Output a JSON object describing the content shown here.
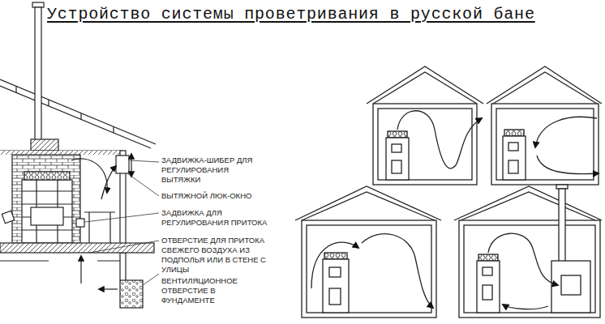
{
  "diagram": {
    "title": "Устройство системы проветривания в русской бане",
    "labels": [
      "ЗАДВИЖКА-ШИБЕР ДЛЯ РЕГУЛИРОВАНИЯ ВЫТЯЖКИ",
      "ВЫТЯЖНОЙ ЛЮК-ОКНО",
      "ЗАДВИЖКА ДЛЯ РЕГУЛИРОВАНИЯ ПРИТОКА",
      "ОТВЕРСТИЕ ДЛЯ ПРИТОКА СВЕЖЕГО ВОЗДУХА ИЗ ПОДПОЛЬЯ ИЛИ В СТЕНЕ С УЛИЦЫ",
      "ВЕНТИЛЯЦИОННОЕ ОТВЕРСТИЕ В ФУНДАМЕНТЕ"
    ]
  }
}
